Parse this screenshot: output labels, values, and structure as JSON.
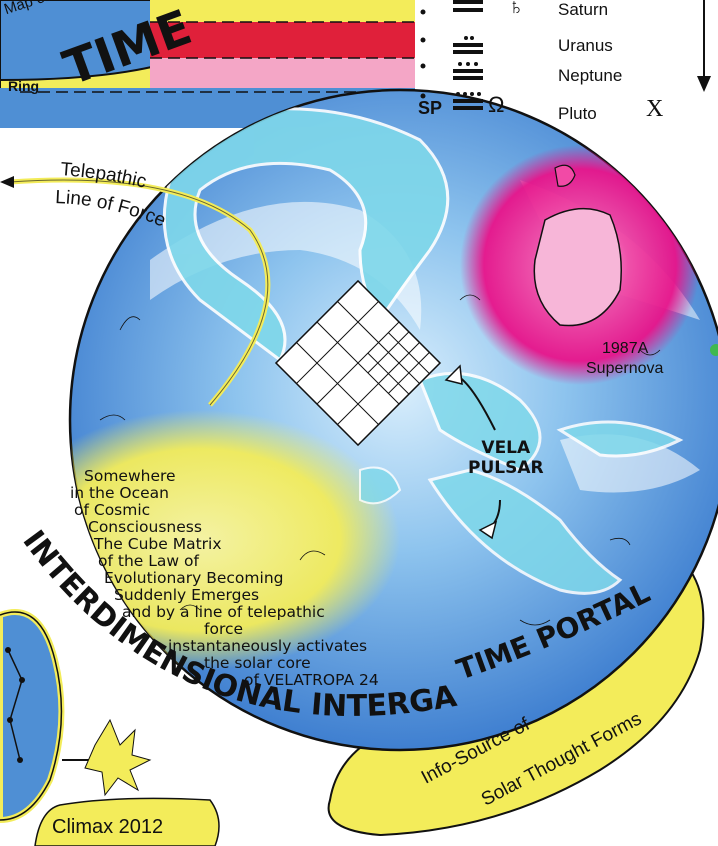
{
  "header": {
    "map_fragment": "Map of Middle",
    "time_title": "TIME",
    "ring_label": "Ring"
  },
  "planets": [
    {
      "name": "Saturn",
      "symbol": "♄"
    },
    {
      "name": "Uranus",
      "symbol": ""
    },
    {
      "name": "Neptune",
      "symbol": ""
    },
    {
      "name": "Pluto",
      "symbol": "Ω"
    }
  ],
  "sp_label": "SP",
  "x_mark": "X",
  "telepathic_label": "Telepathic\nLine of Force",
  "telepathic_line1": "Telepathic",
  "telepathic_line2": "Line of Force",
  "supernova": {
    "line1": "1987A",
    "line2": "Supernova"
  },
  "vela": {
    "line1": "VELA",
    "line2": "PULSAR"
  },
  "poem_lines": [
    "Somewhere",
    "in the Ocean",
    "of Cosmic",
    "Consciousness",
    "The Cube Matrix",
    "of the Law of",
    "Evolutionary Becoming",
    "Suddenly Emerges",
    "and by a line of telepathic",
    "force",
    "instantaneously activates",
    "the solar core",
    "of VELATROPA 24"
  ],
  "arc_title": "INTERDIMENSIONAL INTERGALACTIC",
  "portal_line": "TIME PORTAL",
  "info_source": "Info-Source of",
  "solar_forms": "Solar Thought Forms",
  "climax": "Climax 2012",
  "colors": {
    "ocean_blue": "#4f8fd4",
    "light_blue": "#9fd0f0",
    "cyan_cloud": "#7fd8ea",
    "yellow": "#f3ec5a",
    "magenta": "#e8138a",
    "red_band": "#e0203a",
    "dark_band": "#3a3a3a"
  }
}
